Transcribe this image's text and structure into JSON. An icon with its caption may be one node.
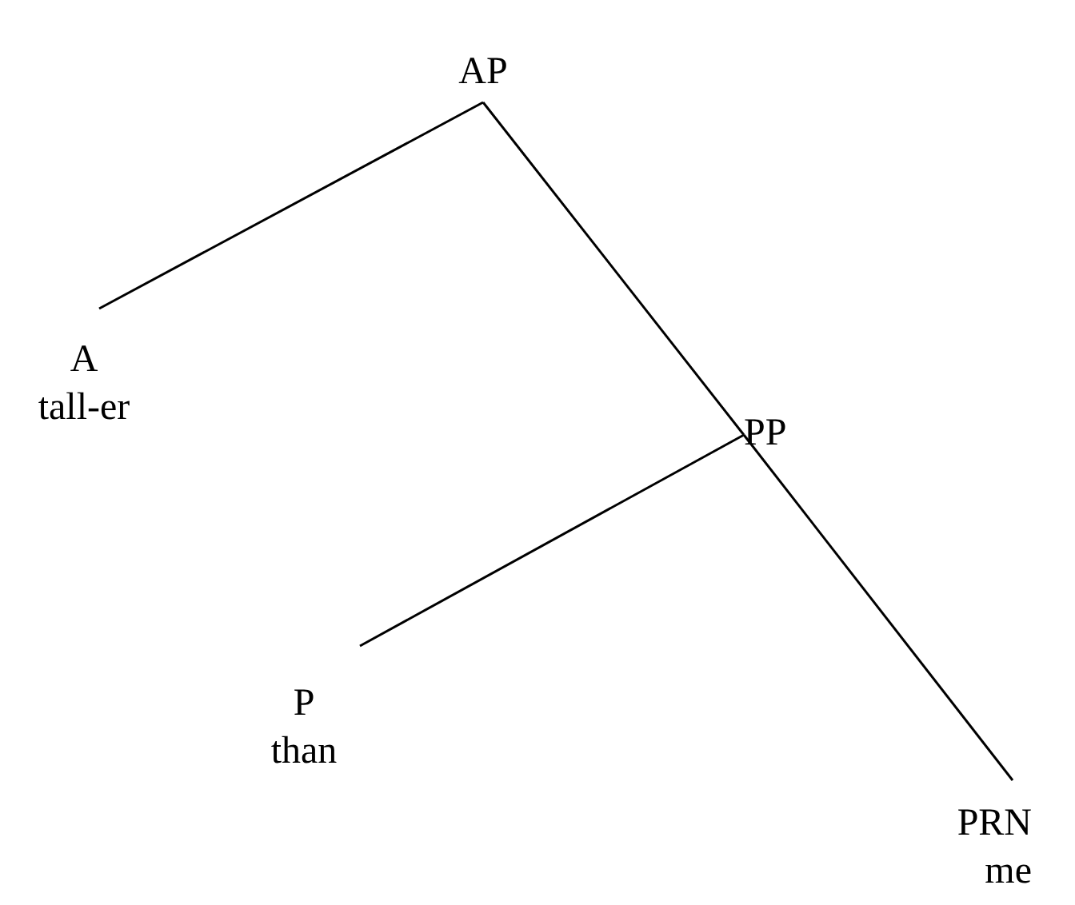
{
  "diagram": {
    "nodes": [
      {
        "text": [
          "AP"
        ]
      },
      {
        "text": [
          "A",
          "tall-er"
        ]
      },
      {
        "text": [
          "PP"
        ]
      },
      {
        "text": [
          "P",
          "than"
        ]
      },
      {
        "text": [
          "PRN",
          "me"
        ]
      }
    ],
    "edges": [
      {
        "from": 0,
        "to": 1,
        "arrow": "none"
      },
      {
        "from": 0,
        "to": 2,
        "arrow": "none"
      },
      {
        "from": 2,
        "to": 3,
        "arrow": "none"
      },
      {
        "from": 2,
        "to": 4,
        "arrow": "none"
      }
    ]
  }
}
